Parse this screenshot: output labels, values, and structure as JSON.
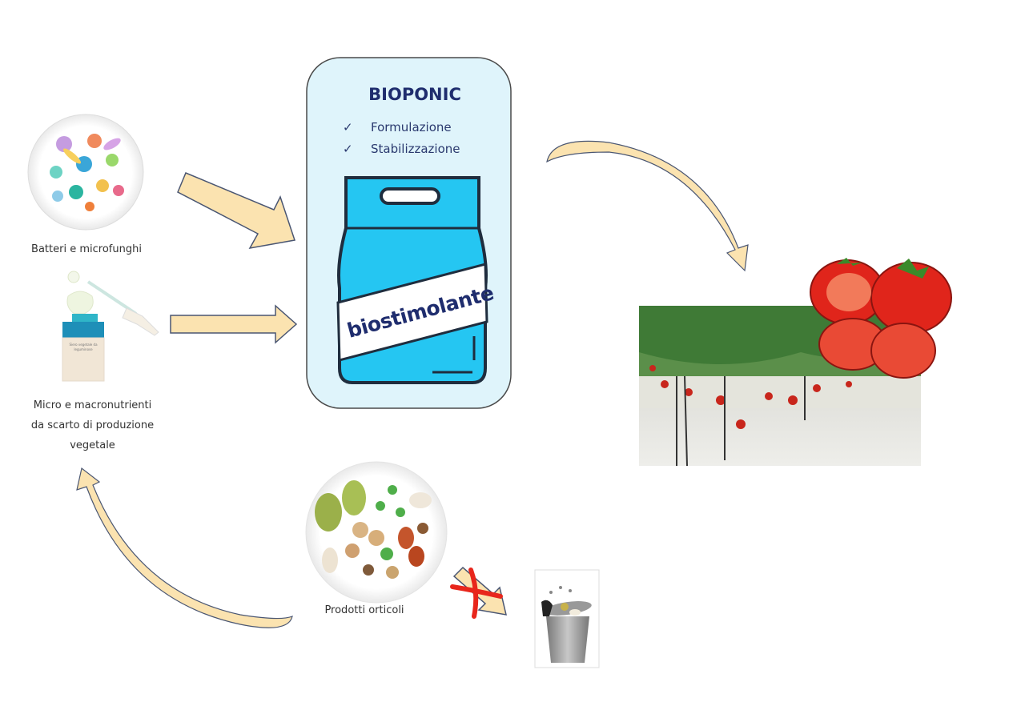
{
  "box": {
    "title": "BIOPONIC",
    "items": [
      {
        "check": "✓",
        "label": "Formulazione"
      },
      {
        "check": "✓",
        "label": "Stabilizzazione"
      }
    ],
    "bag_label": "biostimolante"
  },
  "inputs": {
    "bacteria_label": "Batteri e microfunghi",
    "nutrients_label_lines": [
      "Micro e macronutrienti",
      "da scarto di produzione",
      "vegetale"
    ],
    "bottle_label_text": "Siero vegetale da leguminose"
  },
  "waste": {
    "vegetables_label": "Prodotti orticoli"
  },
  "colors": {
    "arrow_fill": "#fbe3b0",
    "arrow_stroke": "#4a5672",
    "box_fill": "#dff4fb",
    "bag_blue": "#25c6f2",
    "title_navy": "#1f2d6e",
    "cross_red": "#e8261c",
    "tomato_red": "#e0251b"
  }
}
